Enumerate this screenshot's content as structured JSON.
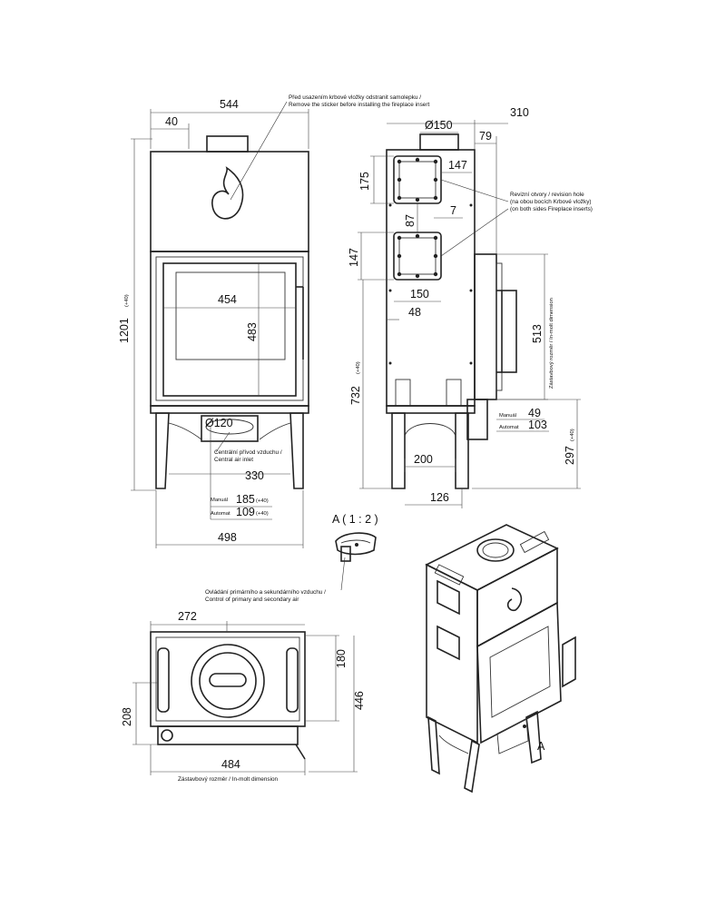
{
  "front_view": {
    "dim_width_top": "544",
    "dim_offset_top": "40",
    "dim_height_total": "1201",
    "dim_height_note": "(+40)",
    "dim_glass_width": "454",
    "dim_glass_height": "483",
    "dim_flue_diameter": "Ø120",
    "central_air_inlet_cz": "Centrální přívod vzduchu /",
    "central_air_inlet_en": "Central air inlet",
    "dim_legs_inner": "330",
    "manual_label": "Manuál",
    "manual_value": "185",
    "manual_note": "(+40)",
    "automat_label": "Automat",
    "automat_value": "109",
    "automat_note": "(+40)",
    "dim_base_width": "498"
  },
  "sticker_note": {
    "line1": "Před usazením krbové vložky odstranit samolepku /",
    "line2": "Remove the sticker before installing the fireplace insert"
  },
  "side_view": {
    "dim_depth_total": "310",
    "dim_flue": "Ø150",
    "dim_79": "79",
    "dim_147_top": "147",
    "dim_175": "175",
    "dim_87": "87",
    "dim_7": "7",
    "dim_147_left": "147",
    "dim_150": "150",
    "dim_48": "48",
    "dim_732": "732",
    "dim_732_note": "(+40)",
    "dim_200": "200",
    "dim_126": "126",
    "dim_513": "513",
    "inmolt_vertical": "Zástavbový rozměr / In-molt dimension",
    "manual_label": "Manuál",
    "manual_value": "49",
    "automat_label": "Automat",
    "automat_value": "103",
    "dim_297": "297",
    "dim_297_note": "(+40)",
    "revision_cz": "Revizní otvory / revision hole",
    "revision_cz2": "(na obou bocích Krbové vložky)",
    "revision_en": "(on both sides Fireplace inserts)"
  },
  "detail_a": {
    "label": "A ( 1 : 2 )",
    "control_cz": "Ovládání primárního a sekundárního vzduchu /",
    "control_en": "Control of primary and secondary air"
  },
  "top_view": {
    "dim_272": "272",
    "dim_180": "180",
    "dim_446": "446",
    "dim_208": "208",
    "dim_484": "484",
    "inmolt": "Zástavbový rozměr / In-molt dimension"
  },
  "iso_view": {
    "marker": "A"
  }
}
